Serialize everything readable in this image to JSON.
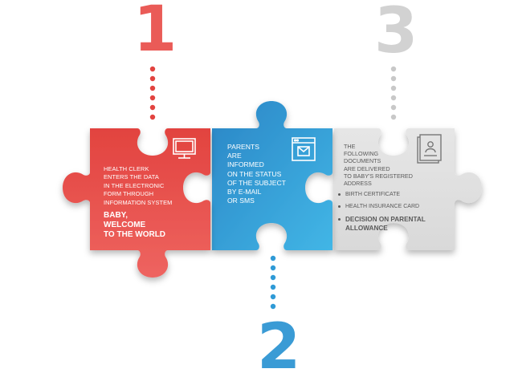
{
  "steps": [
    {
      "number": "1",
      "text_lines": [
        "HEALTH CLERK",
        "ENTERS THE DATA",
        "IN THE ELECTRONIC",
        "FORM THROUGH",
        "INFORMATION SYSTEM"
      ],
      "highlight_lines": [
        "BABY,",
        "WELCOME",
        "TO THE WORLD"
      ],
      "icon": "monitor-icon",
      "color": "#e8514d"
    },
    {
      "number": "2",
      "text_lines": [
        "PARENTS",
        "ARE",
        "INFORMED",
        "ON THE STATUS",
        "OF THE SUBJECT",
        "BY E-MAIL",
        "OR SMS"
      ],
      "icon": "email-icon",
      "color": "#2f9ad6"
    },
    {
      "number": "3",
      "text_lines": [
        "THE",
        "FOLLOWING",
        "DOCUMENTS",
        "ARE DELIVERED",
        "TO BABY'S REGISTERED",
        "ADDRESS"
      ],
      "documents": [
        "BIRTH CERTIFICATE",
        "HEALTH INSURANCE CARD",
        "DECISION ON PARENTAL ALLOWANCE"
      ],
      "icon": "document-icon",
      "color": "#e3e3e3"
    }
  ]
}
